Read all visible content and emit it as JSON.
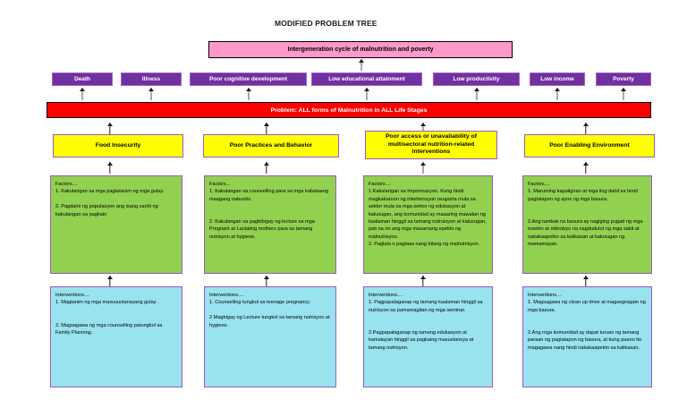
{
  "page": {
    "title": "MODIFIED PROBLEM TREE",
    "background": "#ffffff"
  },
  "colors": {
    "cycle_band": "#ff99cc",
    "effect_box": "#7030a0",
    "problem_bar": "#ff0000",
    "cause_box": "#ffff00",
    "factor_box": "#92d050",
    "intervention_box": "#99e3ef",
    "box_border": "#9b59c4",
    "arrow": "#1a1a1a"
  },
  "cycle": {
    "label": "Intergeneration cycle of malnutrition and poverty"
  },
  "effects": [
    {
      "label": "Death"
    },
    {
      "label": "Illness"
    },
    {
      "label": "Poor cognitive development"
    },
    {
      "label": "Low educational attainment"
    },
    {
      "label": "Low productivity"
    },
    {
      "label": "Low income"
    },
    {
      "label": "Poverty"
    }
  ],
  "problem": {
    "label": "Problem: ALL forms of Malnutrition in ALL Life Stages"
  },
  "columns": [
    {
      "cause": "Food Insecurity",
      "factors": "Factors....\n1. Kakulangan sa mga pagtatanim ng mga gulay.\n\n2. Pagdami ng  populasyon ang isang sanhi ng kakulangan sa pagkain",
      "interventions": "Interventions....\n1. Magtanim ng mga masusustansyang gulay .\n\n\n2. Magsagawa ng mga counselling patungkol sa Family Planning."
    },
    {
      "cause": "Poor Practices and Behavior",
      "factors": "Factors...\n1. Kakulangan sa counselling para sa mga kabataang maagang nabuntis.\n\n\n2. Kakulangan sa pagbibigay ng lecture sa mga Pregnant at Lactating mothers para sa tamang nutrisyon at hygiene.",
      "interventions": "Interventions....\n1. Counselling tungkol sa teenage pregnancy.\n\n2 Magbigay ng Lecture tungkol sa tamang nutrisyon at hygiene."
    },
    {
      "cause": "Poor access or unavailability of multisectoral nutrition-related interventions",
      "factors": "Factors....\n1.Kakulangan sa Impormasyon. Kung hindi magkakaroon ng interbensyon osuporta mula sa sektor mula sa mga sektor ng edukasyon at kalusugan, ang komunidad ay maaaring mawalan ng kaalaman hinggil sa tamang nutruisyon at kalusugan, pati na rin ang mga masamang epekto ng malnutrisyon.\n2. Paglala o pagtaas nang bilang ng malnutrisyon.",
      "interventions": "Interventions....\n1. Pagpapalaganap ng tamang kaalaman hinggil sa nutrisyon sa pamamagitan ng mga seminar.\n\n\n2.Pagpapalaganap ng tamang edukasyon at kamalayan hinggil sa pagkaing masustansya at tamang nutrisyon."
    },
    {
      "cause": "Poor Enabling Environment",
      "factors": "Factors....\n1. Maruming kapaligiran at mga ilog dahil sa hindi pagtatapon ng ayos ng mga basura.\n\n\n2.Ang tambak na basura ay nagiging pugad ng mga insekto at mikrobyo na nagdudulot ng mga sakit at nakakaapekto sa kalikasan at kalusugan ng mamamayan.",
      "interventions": "Interventions....\n1. Magsagawa ng clean up drive at magsegregate ng mga basura.\n\n\n2.Ang mga komunidad ay dapat turuan ng tamang paraan ng pagtatapon ng basura, at kung paano ito magagawa nang hindi nakakaapekto sa kalikasan."
    }
  ]
}
